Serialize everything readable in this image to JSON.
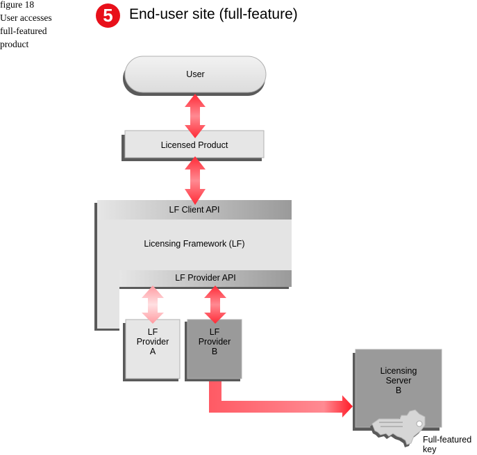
{
  "caption": {
    "lines": [
      "figure 18",
      "User accesses",
      "full-featured",
      "product"
    ]
  },
  "header": {
    "step_number": "5",
    "title": "End-user site (full-feature)",
    "badge_color": "#e8101a"
  },
  "diagram": {
    "nodes": {
      "user": "User",
      "licensed_product": "Licensed Product",
      "client_api": "LF Client API",
      "framework": "Licensing Framework (LF)",
      "provider_api": "LF Provider API",
      "provider_a": [
        "LF",
        "Provider",
        "A"
      ],
      "provider_b": [
        "LF",
        "Provider",
        "B"
      ],
      "licensing_server": [
        "Licensing",
        "Server",
        "B"
      ]
    },
    "key_label": [
      "Full-featured",
      "key"
    ],
    "arrow_color": "#ff2a36",
    "arrow_faded_color": "#ff9aa0",
    "connections": [
      {
        "from": "User",
        "to": "Licensed Product",
        "type": "bidirectional"
      },
      {
        "from": "Licensed Product",
        "to": "LF Client API",
        "type": "bidirectional"
      },
      {
        "from": "LF Provider API",
        "to": "LF Provider A",
        "type": "bidirectional",
        "style": "faded"
      },
      {
        "from": "LF Provider API",
        "to": "LF Provider B",
        "type": "bidirectional"
      },
      {
        "from": "LF Provider B",
        "to": "Licensing Server B",
        "type": "directed"
      }
    ]
  }
}
